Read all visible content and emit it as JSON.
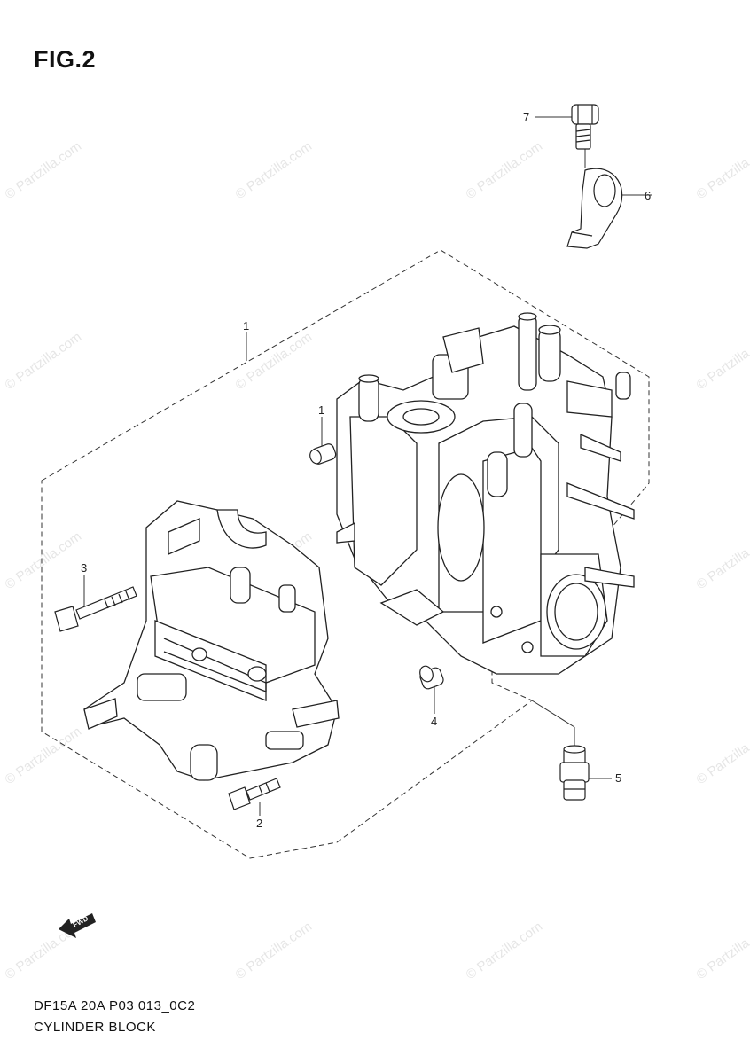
{
  "figure": {
    "title": "FIG.2",
    "diagram_code": "DF15A 20A P03 013_0C2",
    "diagram_name": "CYLINDER BLOCK"
  },
  "callouts": [
    {
      "id": "c1a",
      "label": "1"
    },
    {
      "id": "c1b",
      "label": "1"
    },
    {
      "id": "c2",
      "label": "2"
    },
    {
      "id": "c3",
      "label": "3"
    },
    {
      "id": "c4",
      "label": "4"
    },
    {
      "id": "c5",
      "label": "5"
    },
    {
      "id": "c6",
      "label": "6"
    },
    {
      "id": "c7",
      "label": "7"
    }
  ],
  "watermark": "© Partzilla.com",
  "fwd_label": "FWD"
}
